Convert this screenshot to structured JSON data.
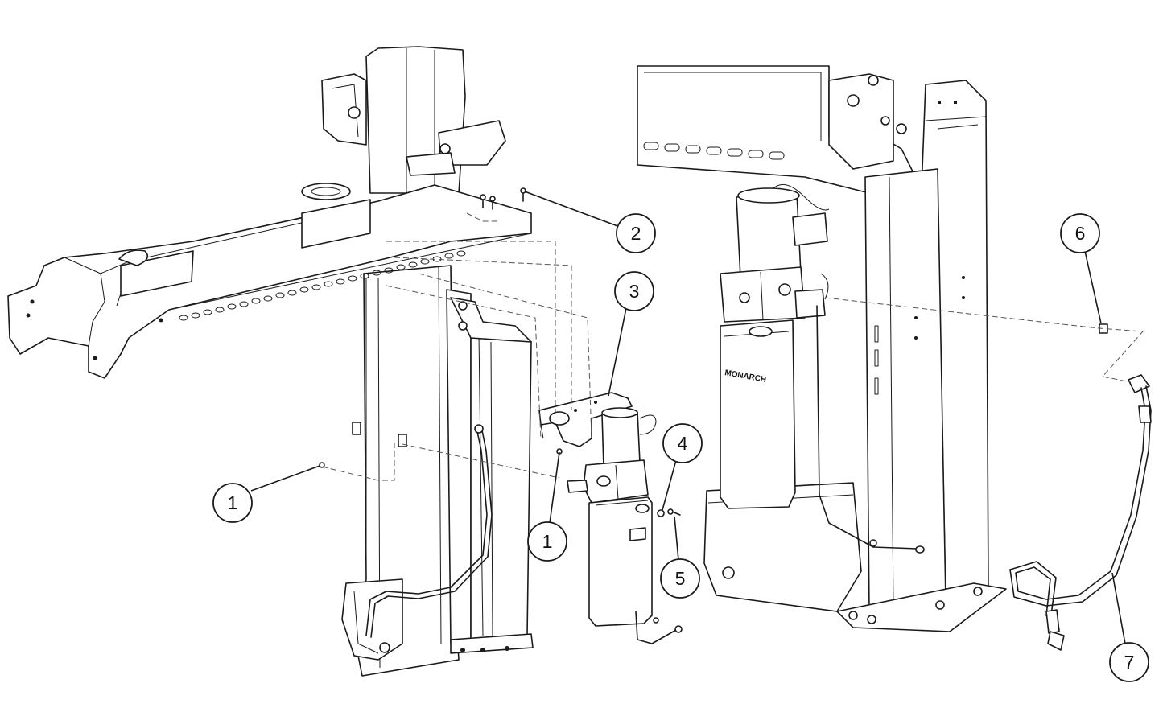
{
  "diagram": {
    "callouts": [
      {
        "id": "c1a",
        "label": "1"
      },
      {
        "id": "c2",
        "label": "2"
      },
      {
        "id": "c3",
        "label": "3"
      },
      {
        "id": "c1b",
        "label": "1"
      },
      {
        "id": "c4",
        "label": "4"
      },
      {
        "id": "c5",
        "label": "5"
      },
      {
        "id": "c6",
        "label": "6"
      },
      {
        "id": "c7",
        "label": "7"
      }
    ],
    "labels": {
      "pump_brand": "MONARCH"
    }
  }
}
